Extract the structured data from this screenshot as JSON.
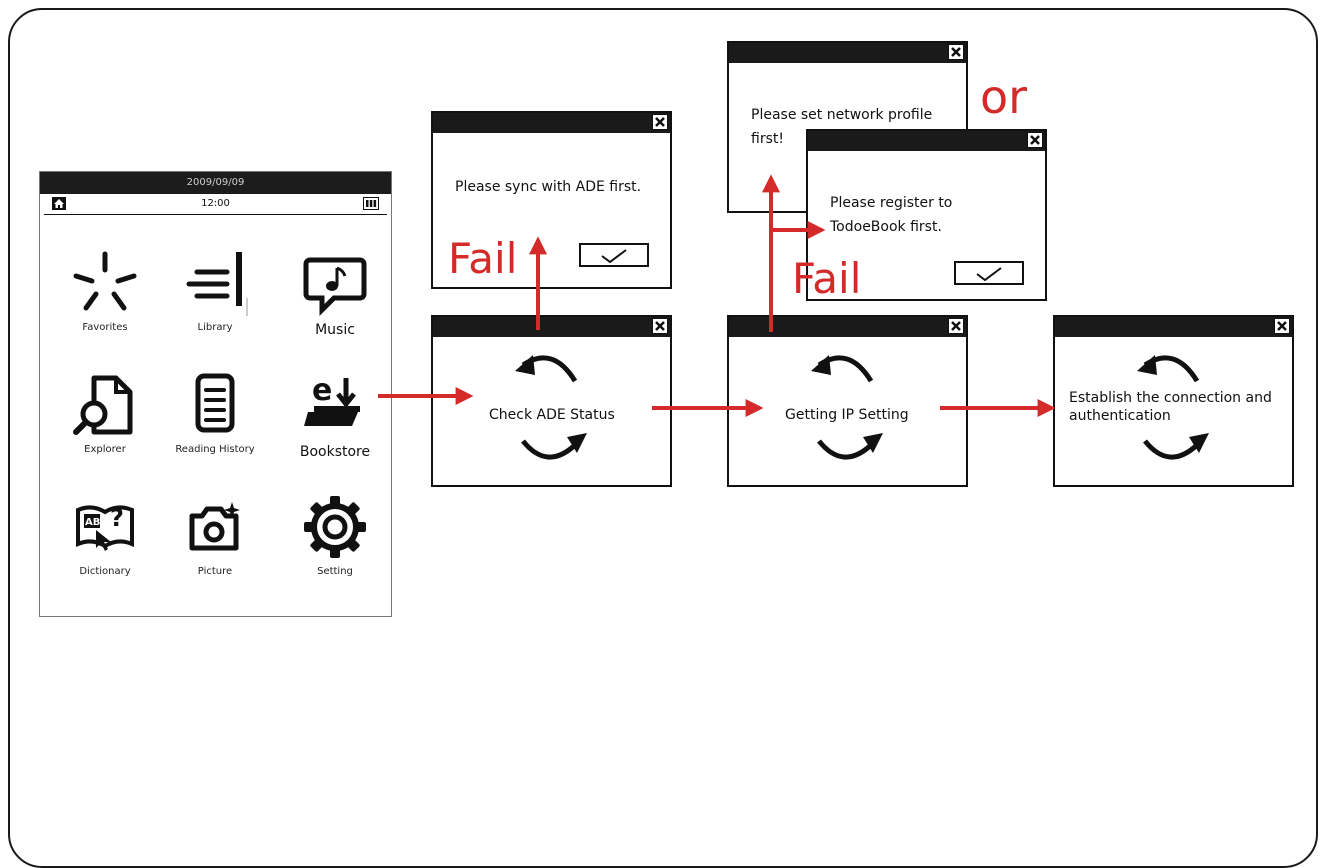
{
  "device": {
    "date": "2009/09/09",
    "time": "12:00",
    "apps": [
      {
        "icon": "favorites-icon",
        "label": "Favorites"
      },
      {
        "icon": "library-icon",
        "label": "Library"
      },
      {
        "icon": "music-icon",
        "label": "Music"
      },
      {
        "icon": "explorer-icon",
        "label": "Explorer"
      },
      {
        "icon": "reading-history-icon",
        "label": "Reading History"
      },
      {
        "icon": "bookstore-icon",
        "label": "Bookstore"
      },
      {
        "icon": "dictionary-icon",
        "label": "Dictionary"
      },
      {
        "icon": "picture-icon",
        "label": "Picture"
      },
      {
        "icon": "setting-icon",
        "label": "Setting"
      }
    ]
  },
  "steps": {
    "check_ade": "Check ADE Status",
    "getting_ip": "Getting IP Setting",
    "establish": "Establish the connection and authentication"
  },
  "errors": {
    "sync_ade": "Please sync with ADE first.",
    "network_profile": "Please set network profile first!",
    "register": "Please register to TodoeBook first."
  },
  "labels": {
    "fail": "Fail",
    "or": "or"
  },
  "colors": {
    "accent_red": "#d42a2a",
    "titlebar": "#1a1a1a"
  }
}
